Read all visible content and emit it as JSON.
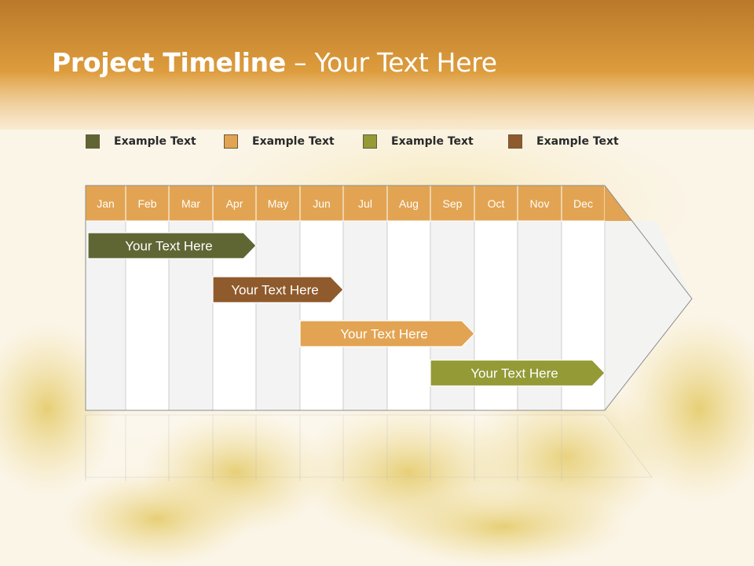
{
  "title": {
    "bold": "Project Timeline",
    "rest": " – Your Text Here"
  },
  "legend": [
    {
      "label": "Example Text",
      "color": "#5f6634"
    },
    {
      "label": "Example Text",
      "color": "#e2a452"
    },
    {
      "label": "Example Text",
      "color": "#939a36"
    },
    {
      "label": "Example Text",
      "color": "#8f5a2c"
    }
  ],
  "months": [
    "Jan",
    "Feb",
    "Mar",
    "Apr",
    "May",
    "Jun",
    "Jul",
    "Aug",
    "Sep",
    "Oct",
    "Nov",
    "Dec"
  ],
  "tasks": [
    {
      "label": "Your  Text Here",
      "start_month": 1.0,
      "end_month": 4.0,
      "color": "#5f6634"
    },
    {
      "label": "Your  Text Here",
      "start_month": 4.0,
      "end_month": 6.0,
      "color": "#8f5a2c"
    },
    {
      "label": "Your  Text Here",
      "start_month": 6.0,
      "end_month": 9.0,
      "color": "#e2a452"
    },
    {
      "label": "Your  Text Here",
      "start_month": 9.0,
      "end_month": 12.0,
      "color": "#939a36"
    }
  ],
  "colors": {
    "header": "#e2a452",
    "banner": "#d99a3a"
  }
}
